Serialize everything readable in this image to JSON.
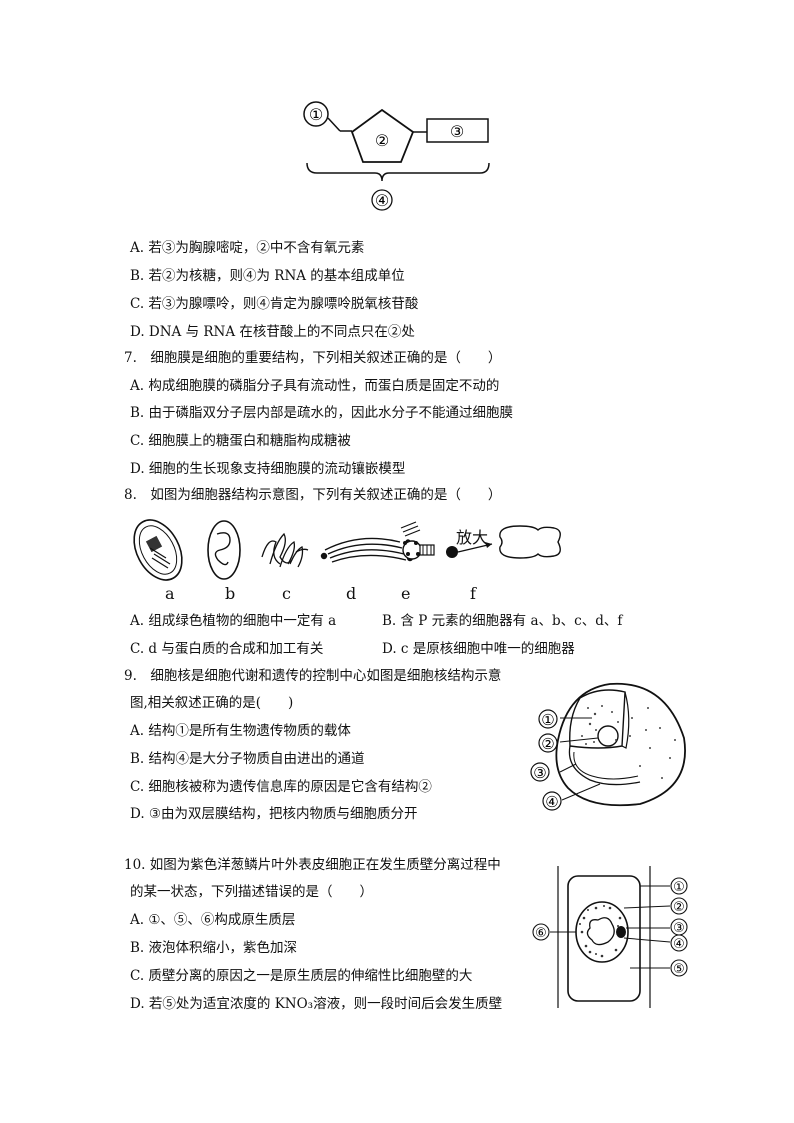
{
  "fig6": {
    "label1": "①",
    "label2": "②",
    "label3": "③",
    "label4": "④"
  },
  "q6": {
    "options": [
      "A. 若③为胸腺嘧啶，②中不含有氧元素",
      "B. 若②为核糖，则④为 RNA 的基本组成单位",
      "C. 若③为腺嘌呤，则④肯定为腺嘌呤脱氧核苷酸",
      "D. DNA 与 RNA 在核苷酸上的不同点只在②处"
    ]
  },
  "q7": {
    "stem": "7.　细胞膜是细胞的重要结构，下列相关叙述正确的是（　　）",
    "options": [
      "A. 构成细胞膜的磷脂分子具有流动性，而蛋白质是固定不动的",
      "B. 由于磷脂双分子层内部是疏水的，因此水分子不能通过细胞膜",
      "C. 细胞膜上的糖蛋白和糖脂构成糖被",
      "D. 细胞的生长现象支持细胞膜的流动镶嵌模型"
    ]
  },
  "q8": {
    "stem": "8.　如图为细胞器结构示意图，下列有关叙述正确的是（　　）",
    "organelle_labels": [
      "a",
      "b",
      "c",
      "d",
      "e",
      "f"
    ],
    "zoom_label": "放大",
    "options": [
      "A. 组成绿色植物的细胞中一定有 a",
      "B. 含 P 元素的细胞器有 a、b、c、d、f",
      "C. d 与蛋白质的合成和加工有关",
      "D. c 是原核细胞中唯一的细胞器"
    ]
  },
  "q9": {
    "stem1": "9.　细胞核是细胞代谢和遗传的控制中心如图是细胞核结构示意",
    "stem2": "图,相关叙述正确的是(　　)",
    "fig_labels": [
      "①",
      "②",
      "③",
      "④"
    ],
    "options": [
      "A. 结构①是所有生物遗传物质的载体",
      "B. 结构④是大分子物质自由进出的通道",
      "C. 细胞核被称为遗传信息库的原因是它含有结构②",
      "D. ③由为双层膜结构，把核内物质与细胞质分开"
    ]
  },
  "q10": {
    "stem1": "10. 如图为紫色洋葱鳞片叶外表皮细胞正在发生质壁分离过程中",
    "stem2": "的某一状态，下列描述错误的是（　　）",
    "fig_labels": [
      "①",
      "②",
      "③",
      "④",
      "⑤",
      "⑥"
    ],
    "options": [
      "A. ①、⑤、⑥构成原生质层",
      "B. 液泡体积缩小，紫色加深",
      "C. 质壁分离的原因之一是原生质层的伸缩性比细胞壁的大",
      "D. 若⑤处为适宜浓度的 KNO₃溶液，则一段时间后会发生质壁"
    ]
  }
}
